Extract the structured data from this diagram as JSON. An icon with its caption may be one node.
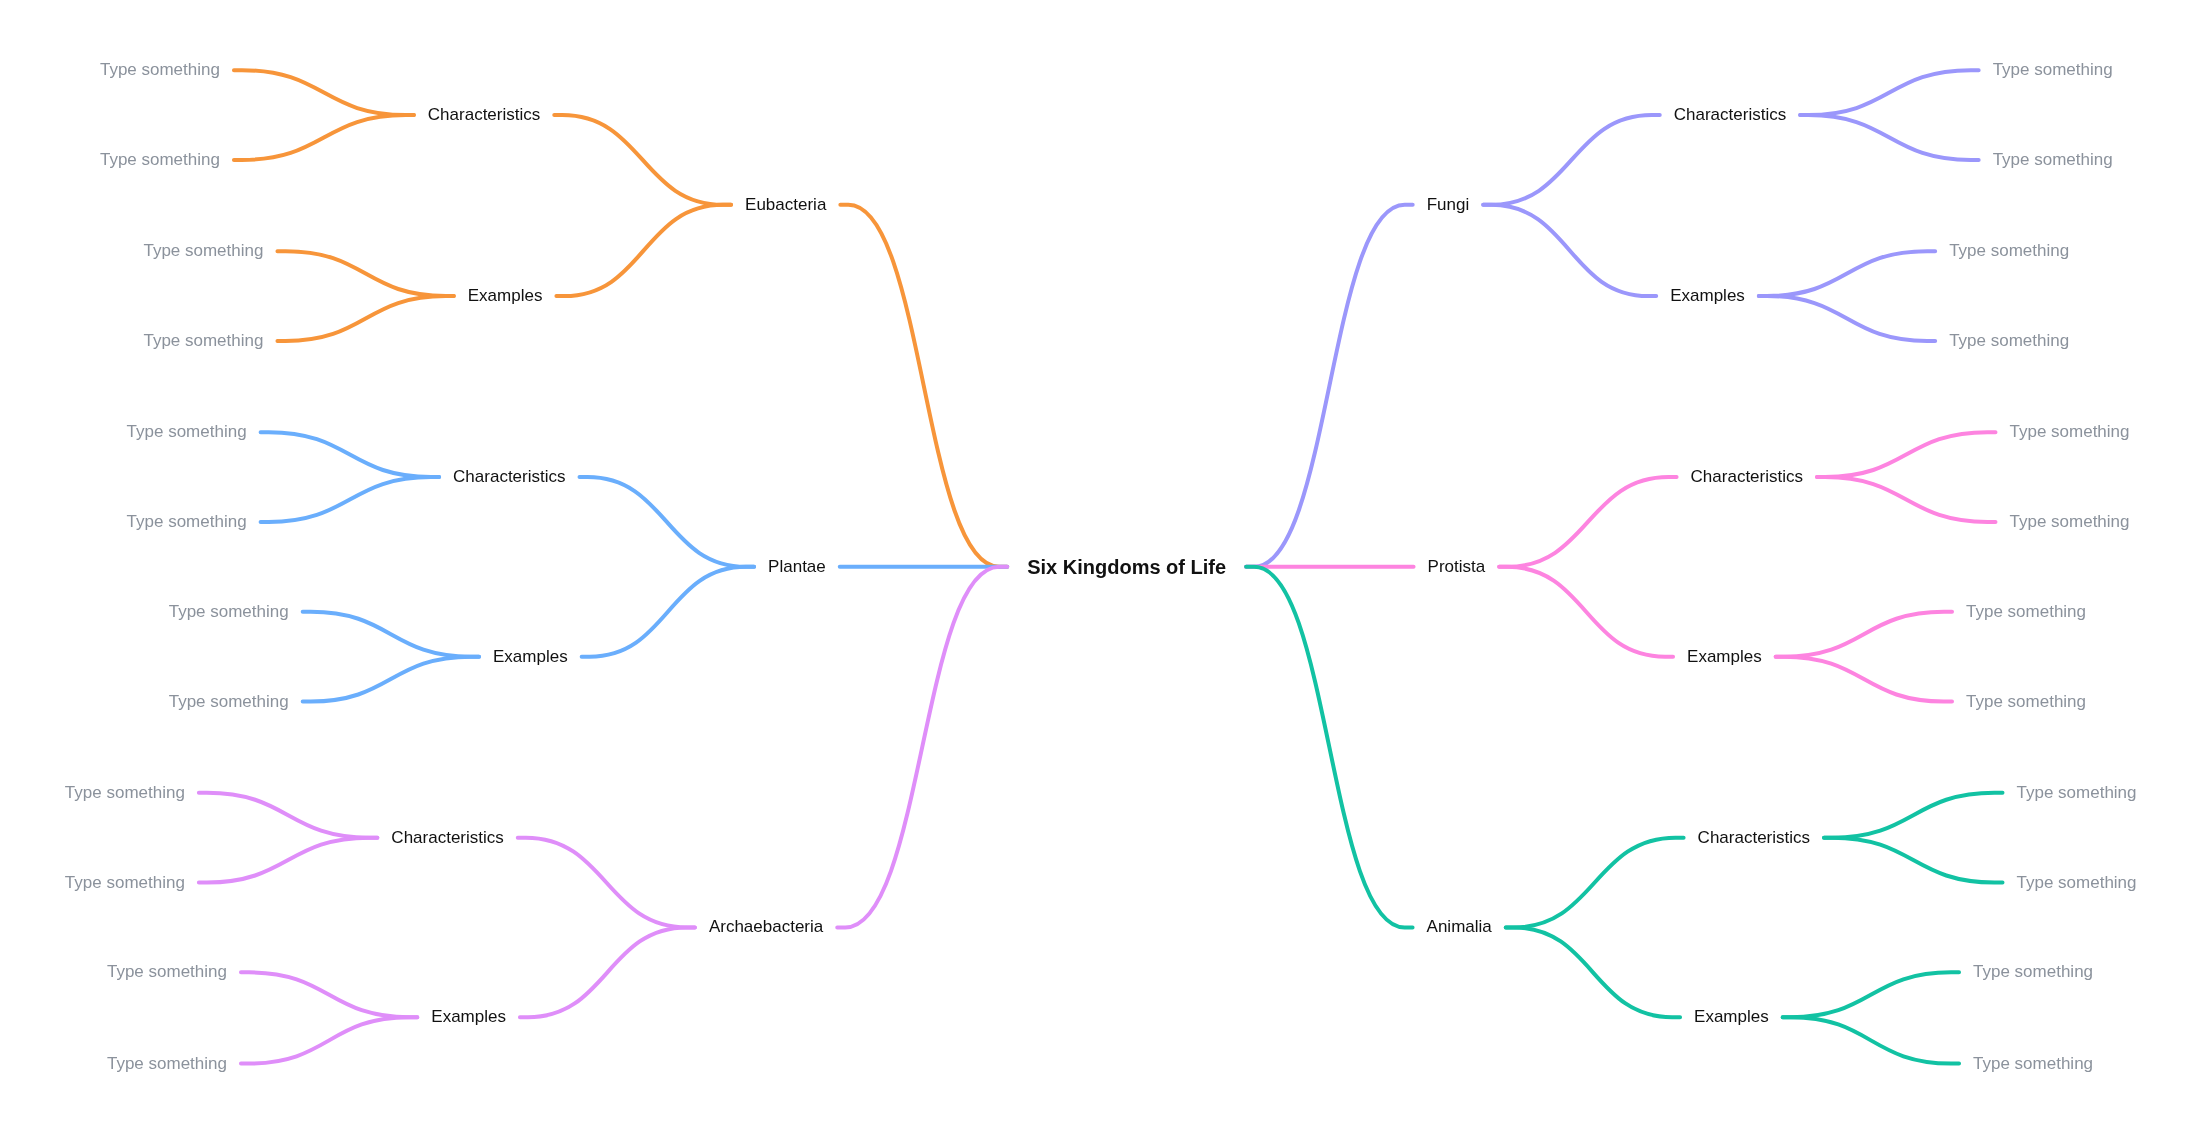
{
  "diagram": {
    "nodes": [
      {
        "text": [
          "Six Kingdoms of Life"
        ]
      },
      {
        "text": [
          "Eubacteria"
        ]
      },
      {
        "text": [
          "Characteristics"
        ]
      },
      {
        "text": [
          "Type something"
        ]
      },
      {
        "text": [
          "Type something"
        ]
      },
      {
        "text": [
          "Examples"
        ]
      },
      {
        "text": [
          "Type something"
        ]
      },
      {
        "text": [
          "Type something"
        ]
      },
      {
        "text": [
          "Plantae"
        ]
      },
      {
        "text": [
          "Characteristics"
        ]
      },
      {
        "text": [
          "Type something"
        ]
      },
      {
        "text": [
          "Type something"
        ]
      },
      {
        "text": [
          "Examples"
        ]
      },
      {
        "text": [
          "Type something"
        ]
      },
      {
        "text": [
          "Type something"
        ]
      },
      {
        "text": [
          "Archaebacteria"
        ]
      },
      {
        "text": [
          "Characteristics"
        ]
      },
      {
        "text": [
          "Type something"
        ]
      },
      {
        "text": [
          "Type something"
        ]
      },
      {
        "text": [
          "Examples"
        ]
      },
      {
        "text": [
          "Type something"
        ]
      },
      {
        "text": [
          "Type something"
        ]
      },
      {
        "text": [
          "Fungi"
        ]
      },
      {
        "text": [
          "Characteristics"
        ]
      },
      {
        "text": [
          "Type something"
        ]
      },
      {
        "text": [
          "Type something"
        ]
      },
      {
        "text": [
          "Examples"
        ]
      },
      {
        "text": [
          "Type something"
        ]
      },
      {
        "text": [
          "Type something"
        ]
      },
      {
        "text": [
          "Protista"
        ]
      },
      {
        "text": [
          "Characteristics"
        ]
      },
      {
        "text": [
          "Type something"
        ]
      },
      {
        "text": [
          "Type something"
        ]
      },
      {
        "text": [
          "Examples"
        ]
      },
      {
        "text": [
          "Type something"
        ]
      },
      {
        "text": [
          "Type something"
        ]
      },
      {
        "text": [
          "Animalia"
        ]
      },
      {
        "text": [
          "Characteristics"
        ]
      },
      {
        "text": [
          "Type something"
        ]
      },
      {
        "text": [
          "Type something"
        ]
      },
      {
        "text": [
          "Examples"
        ]
      },
      {
        "text": [
          "Type something"
        ]
      },
      {
        "text": [
          "Type something"
        ]
      }
    ],
    "edges": [
      {
        "from": 0,
        "to": 1,
        "arrow": "none",
        "color": "#f7953a"
      },
      {
        "from": 1,
        "to": 2,
        "arrow": "none",
        "color": "#f7953a"
      },
      {
        "from": 2,
        "to": 3,
        "arrow": "none",
        "color": "#f7953a"
      },
      {
        "from": 2,
        "to": 4,
        "arrow": "none",
        "color": "#f7953a"
      },
      {
        "from": 1,
        "to": 5,
        "arrow": "none",
        "color": "#f7953a"
      },
      {
        "from": 5,
        "to": 6,
        "arrow": "none",
        "color": "#f7953a"
      },
      {
        "from": 5,
        "to": 7,
        "arrow": "none",
        "color": "#f7953a"
      },
      {
        "from": 0,
        "to": 8,
        "arrow": "none",
        "color": "#6aaefc"
      },
      {
        "from": 8,
        "to": 9,
        "arrow": "none",
        "color": "#6aaefc"
      },
      {
        "from": 9,
        "to": 10,
        "arrow": "none",
        "color": "#6aaefc"
      },
      {
        "from": 9,
        "to": 11,
        "arrow": "none",
        "color": "#6aaefc"
      },
      {
        "from": 8,
        "to": 12,
        "arrow": "none",
        "color": "#6aaefc"
      },
      {
        "from": 12,
        "to": 13,
        "arrow": "none",
        "color": "#6aaefc"
      },
      {
        "from": 12,
        "to": 14,
        "arrow": "none",
        "color": "#6aaefc"
      },
      {
        "from": 0,
        "to": 15,
        "arrow": "none",
        "color": "#df8ef9"
      },
      {
        "from": 15,
        "to": 16,
        "arrow": "none",
        "color": "#df8ef9"
      },
      {
        "from": 16,
        "to": 17,
        "arrow": "none",
        "color": "#df8ef9"
      },
      {
        "from": 16,
        "to": 18,
        "arrow": "none",
        "color": "#df8ef9"
      },
      {
        "from": 15,
        "to": 19,
        "arrow": "none",
        "color": "#df8ef9"
      },
      {
        "from": 19,
        "to": 20,
        "arrow": "none",
        "color": "#df8ef9"
      },
      {
        "from": 19,
        "to": 21,
        "arrow": "none",
        "color": "#df8ef9"
      },
      {
        "from": 0,
        "to": 22,
        "arrow": "none",
        "color": "#9b97fb"
      },
      {
        "from": 22,
        "to": 23,
        "arrow": "none",
        "color": "#9b97fb"
      },
      {
        "from": 23,
        "to": 24,
        "arrow": "none",
        "color": "#9b97fb"
      },
      {
        "from": 23,
        "to": 25,
        "arrow": "none",
        "color": "#9b97fb"
      },
      {
        "from": 22,
        "to": 26,
        "arrow": "none",
        "color": "#9b97fb"
      },
      {
        "from": 26,
        "to": 27,
        "arrow": "none",
        "color": "#9b97fb"
      },
      {
        "from": 26,
        "to": 28,
        "arrow": "none",
        "color": "#9b97fb"
      },
      {
        "from": 0,
        "to": 29,
        "arrow": "none",
        "color": "#fd84e0"
      },
      {
        "from": 29,
        "to": 30,
        "arrow": "none",
        "color": "#fd84e0"
      },
      {
        "from": 30,
        "to": 31,
        "arrow": "none",
        "color": "#fd84e0"
      },
      {
        "from": 30,
        "to": 32,
        "arrow": "none",
        "color": "#fd84e0"
      },
      {
        "from": 29,
        "to": 33,
        "arrow": "none",
        "color": "#fd84e0"
      },
      {
        "from": 33,
        "to": 34,
        "arrow": "none",
        "color": "#fd84e0"
      },
      {
        "from": 33,
        "to": 35,
        "arrow": "none",
        "color": "#fd84e0"
      },
      {
        "from": 0,
        "to": 36,
        "arrow": "none",
        "color": "#12c2a3"
      },
      {
        "from": 36,
        "to": 37,
        "arrow": "none",
        "color": "#12c2a3"
      },
      {
        "from": 37,
        "to": 38,
        "arrow": "none",
        "color": "#12c2a3"
      },
      {
        "from": 37,
        "to": 39,
        "arrow": "none",
        "color": "#12c2a3"
      },
      {
        "from": 36,
        "to": 40,
        "arrow": "none",
        "color": "#12c2a3"
      },
      {
        "from": 40,
        "to": 41,
        "arrow": "none",
        "color": "#12c2a3"
      },
      {
        "from": 40,
        "to": 42,
        "arrow": "none",
        "color": "#12c2a3"
      }
    ]
  }
}
